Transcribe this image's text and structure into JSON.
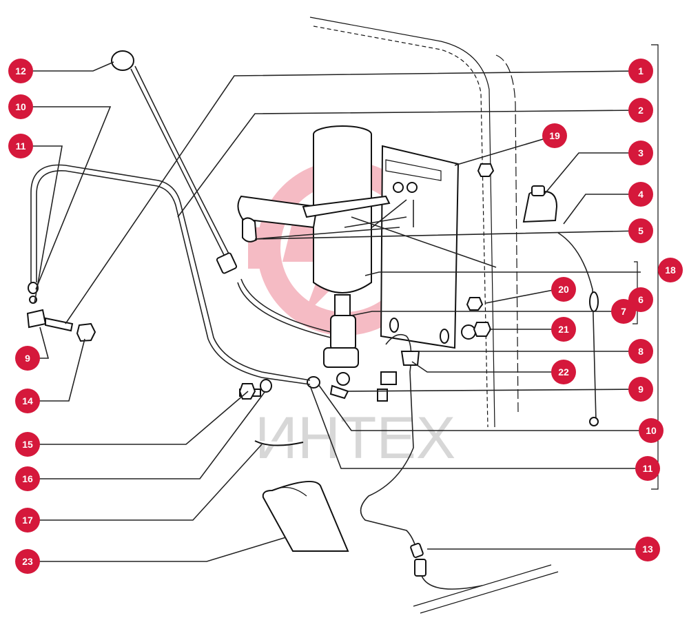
{
  "watermark": {
    "text": "ИНТЕХ",
    "icon": "gear-bolt-logo"
  },
  "colors": {
    "callout": "#d5183b",
    "callout_text": "#ffffff",
    "watermark": "#f3b3b8"
  },
  "callouts": {
    "c1": "1",
    "c2": "2",
    "c3": "3",
    "c4": "4",
    "c5": "5",
    "c6": "6",
    "c7": "7",
    "c8": "8",
    "c9a": "9",
    "c9b": "9",
    "c10a": "10",
    "c10b": "10",
    "c11a": "11",
    "c11b": "11",
    "c12": "12",
    "c13": "13",
    "c14": "14",
    "c15": "15",
    "c16": "16",
    "c17": "17",
    "c18": "18",
    "c19": "19",
    "c20": "20",
    "c21": "21",
    "c22": "22",
    "c23": "23"
  }
}
